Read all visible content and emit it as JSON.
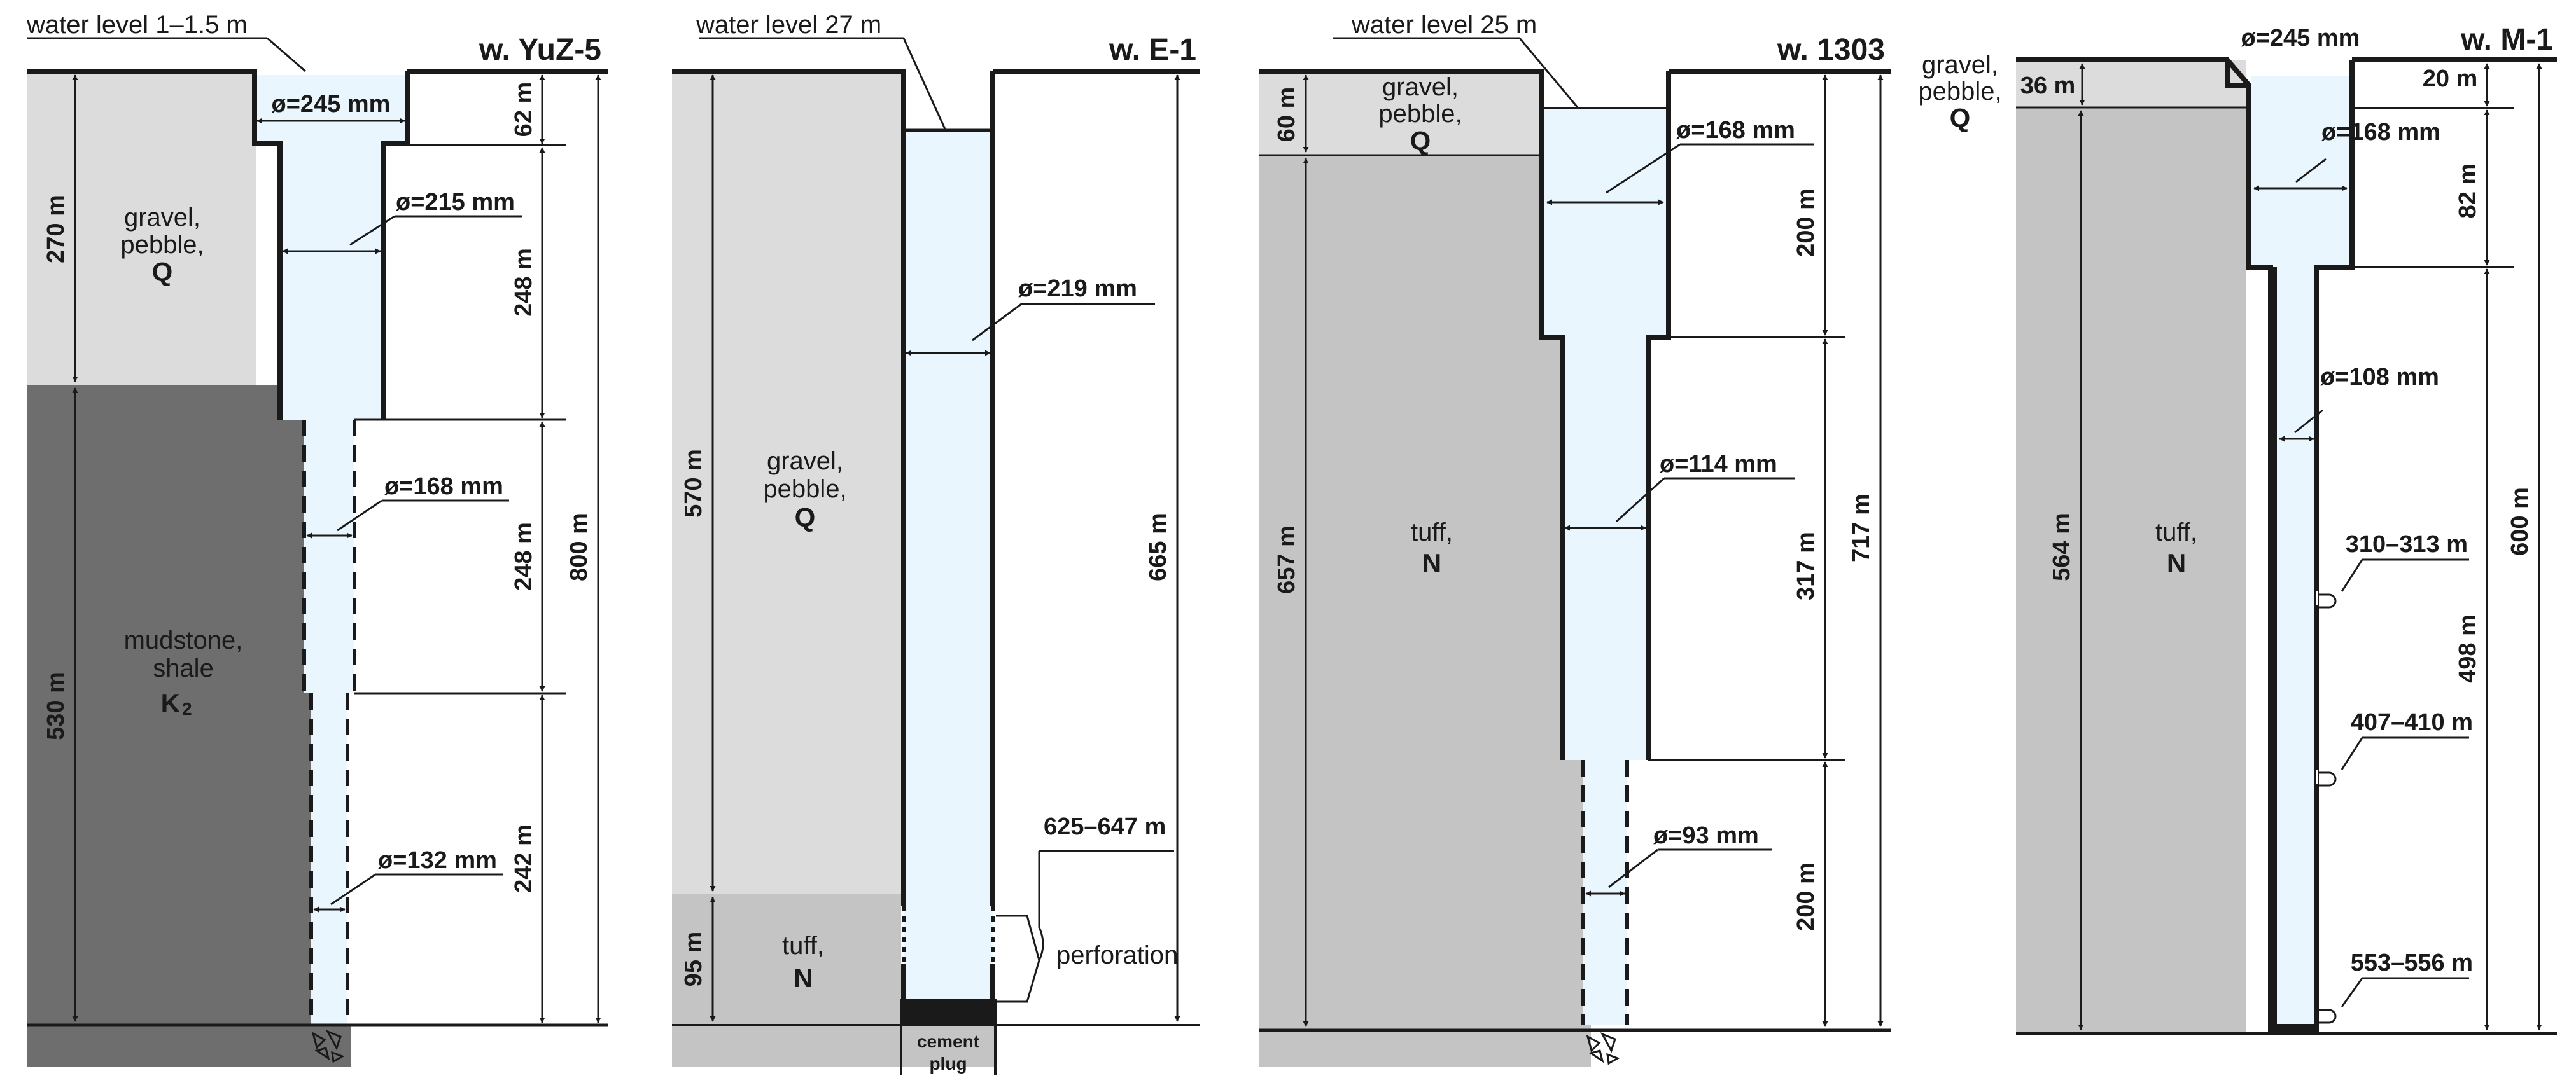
{
  "wells": [
    {
      "id": "yuz5",
      "title": "w. YuZ-5",
      "water_level": "water level 1–1.5 m",
      "layers": [
        {
          "thickness": "270 m",
          "material": [
            "gravel,",
            "pebble,"
          ],
          "age": "Q"
        },
        {
          "thickness": "530 m",
          "material": [
            "mudstone,",
            "shale"
          ],
          "age": "K",
          "age_sub": "2"
        }
      ],
      "diameters": [
        "ø=245 mm",
        "ø=215 mm",
        "ø=168 mm",
        "ø=132 mm"
      ],
      "sections": [
        "62 m",
        "248 m",
        "248 m",
        "242 m"
      ],
      "total": "800 m"
    },
    {
      "id": "e1",
      "title": "w. E-1",
      "water_level": "water level  27 m",
      "layers": [
        {
          "thickness": "570 m",
          "material": [
            "gravel,",
            "pebble,"
          ],
          "age": "Q"
        },
        {
          "thickness": "95 m",
          "material": [
            "tuff,"
          ],
          "age": "N"
        }
      ],
      "diameters": [
        "ø=219 mm"
      ],
      "total": "665 m",
      "perforation_range": "625–647 m",
      "perforation_label": "perforation",
      "cement_plug": [
        "cement",
        "plug"
      ]
    },
    {
      "id": "w1303",
      "title": "w. 1303",
      "water_level": "water level  25 m",
      "layers": [
        {
          "thickness": "60 m",
          "material": [
            "gravel,",
            "pebble,"
          ],
          "age": "Q"
        },
        {
          "thickness": "657 m",
          "material": [
            "tuff,"
          ],
          "age": "N"
        }
      ],
      "diameters": [
        "ø=168 mm",
        "ø=114 mm",
        "ø=93 mm"
      ],
      "sections": [
        "200 m",
        "317 m",
        "200 m"
      ],
      "total": "717 m"
    },
    {
      "id": "m1",
      "title": "w. M-1",
      "layers": [
        {
          "thickness": "36 m",
          "material": [
            "gravel,",
            "pebble,"
          ],
          "age": "Q"
        },
        {
          "thickness": "564 m",
          "material": [
            "tuff,"
          ],
          "age": "N"
        }
      ],
      "diameters": [
        "ø=245 mm",
        "ø=168 mm",
        "ø=108 mm"
      ],
      "sections": [
        "20 m",
        "82 m",
        "498 m"
      ],
      "total": "600 m",
      "perforations": [
        "310–313 m",
        "407–410 m",
        "553–556 m"
      ]
    }
  ]
}
